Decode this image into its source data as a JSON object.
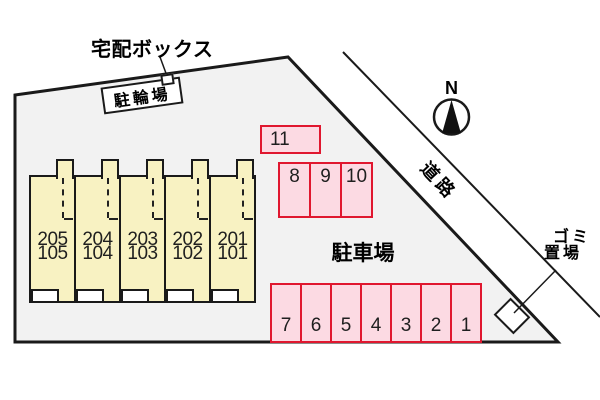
{
  "labels": {
    "delivery_box": "宅配ボックス",
    "bicycle_parking": "駐輪場",
    "parking_lot": "駐車場",
    "road": "道路",
    "garbage_line1": "ゴミ",
    "garbage_line2": "置場",
    "compass_north": "N"
  },
  "building": {
    "units": [
      {
        "upper": "205",
        "lower": "105"
      },
      {
        "upper": "204",
        "lower": "104"
      },
      {
        "upper": "203",
        "lower": "103"
      },
      {
        "upper": "202",
        "lower": "102"
      },
      {
        "upper": "201",
        "lower": "101"
      }
    ]
  },
  "parking": {
    "stall_11": "11",
    "stalls_top_row": [
      "8",
      "9",
      "10"
    ],
    "stalls_bottom_row": [
      "7",
      "6",
      "5",
      "4",
      "3",
      "2",
      "1"
    ]
  },
  "colors": {
    "site_fill": "#f2f2f2",
    "outline": "#1a1a1a",
    "unit_fill": "#f8f2c2",
    "stall_fill": "#fcdae3",
    "stall_border": "#e0172f",
    "number_text": "#1f1f1f"
  }
}
